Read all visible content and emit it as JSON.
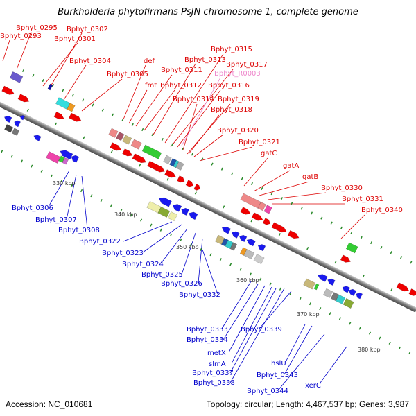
{
  "title": "Burkholderia phytofirmans PsJN chromosome 1, complete genome",
  "footer": {
    "accession": "Accession: NC_010681",
    "topology": "Topology: circular; Length: 4,467,537 bp; Genes: 3,987"
  },
  "colors": {
    "forward_label": "#dd0000",
    "reverse_label": "#0000cc",
    "rna_label": "#ee88cc",
    "backbone": "#8a8a8a",
    "forward_arrow": "#ee0000",
    "reverse_arrow": "#1a1aee",
    "tick": "#2a8a2a"
  },
  "kbp_marks": [
    "330 kbp",
    "340 kbp",
    "350 kbp",
    "360 kbp",
    "370 kbp",
    "380 kbp"
  ],
  "forward_labels": [
    "Bphyt_0293",
    "Bphyt_0295",
    "Bphyt_0302",
    "Bphyt_0301",
    "Bphyt_0304",
    "Bphyt_0305",
    "def",
    "fmt",
    "Bphyt_0311",
    "Bphyt_0312",
    "Bphyt_0313",
    "Bphyt_0315",
    "Bphyt_0317",
    "Bphyt_0316",
    "Bphyt_0314",
    "Bphyt_0319",
    "Bphyt_0318",
    "Bphyt_0320",
    "Bphyt_0321",
    "gatC",
    "gatA",
    "gatB",
    "Bphyt_0330",
    "Bphyt_0331",
    "Bphyt_0340"
  ],
  "rna_labels": [
    "Bphyt_R0003"
  ],
  "reverse_labels": [
    "Bphyt_0306",
    "Bphyt_0307",
    "Bphyt_0308",
    "Bphyt_0322",
    "Bphyt_0323",
    "Bphyt_0324",
    "Bphyt_0325",
    "Bphyt_0326",
    "Bphyt_0332",
    "Bphyt_0333",
    "Bphyt_0334",
    "metX",
    "slmA",
    "Bphyt_0337",
    "Bphyt_0338",
    "Bphyt_0339",
    "hslU",
    "Bphyt_0343",
    "Bphyt_0344",
    "xerC"
  ]
}
